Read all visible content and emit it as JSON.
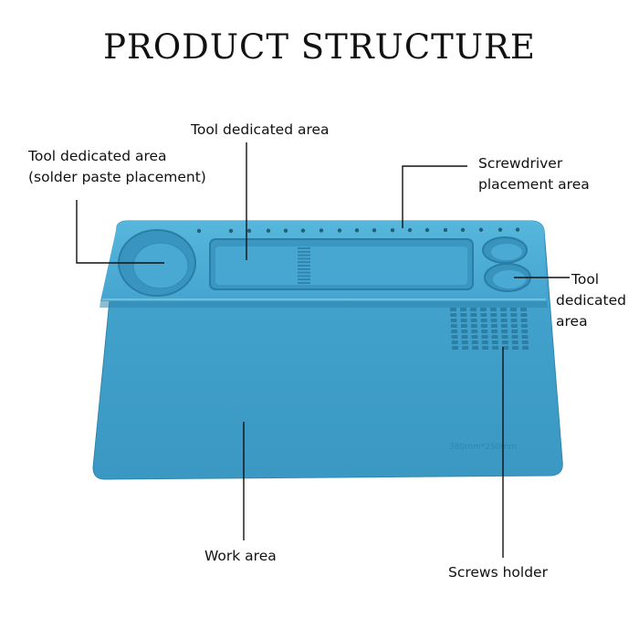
{
  "title": "PRODUCT STRUCTURE",
  "labels": {
    "solder": [
      "Tool dedicated area",
      "(solder paste placement)"
    ],
    "tool_top": "Tool dedicated area",
    "screwdriver": [
      "Screwdriver",
      "placement area"
    ],
    "tool_right": [
      "Tool",
      "dedicated",
      "area"
    ],
    "work_area": "Work area",
    "screws_holder": "Screws holder"
  },
  "mat": {
    "dimension_text": "380mm*250mm",
    "color_main": "#3f9ec7",
    "color_light": "#52b2d9",
    "color_dark": "#2c84ab"
  }
}
